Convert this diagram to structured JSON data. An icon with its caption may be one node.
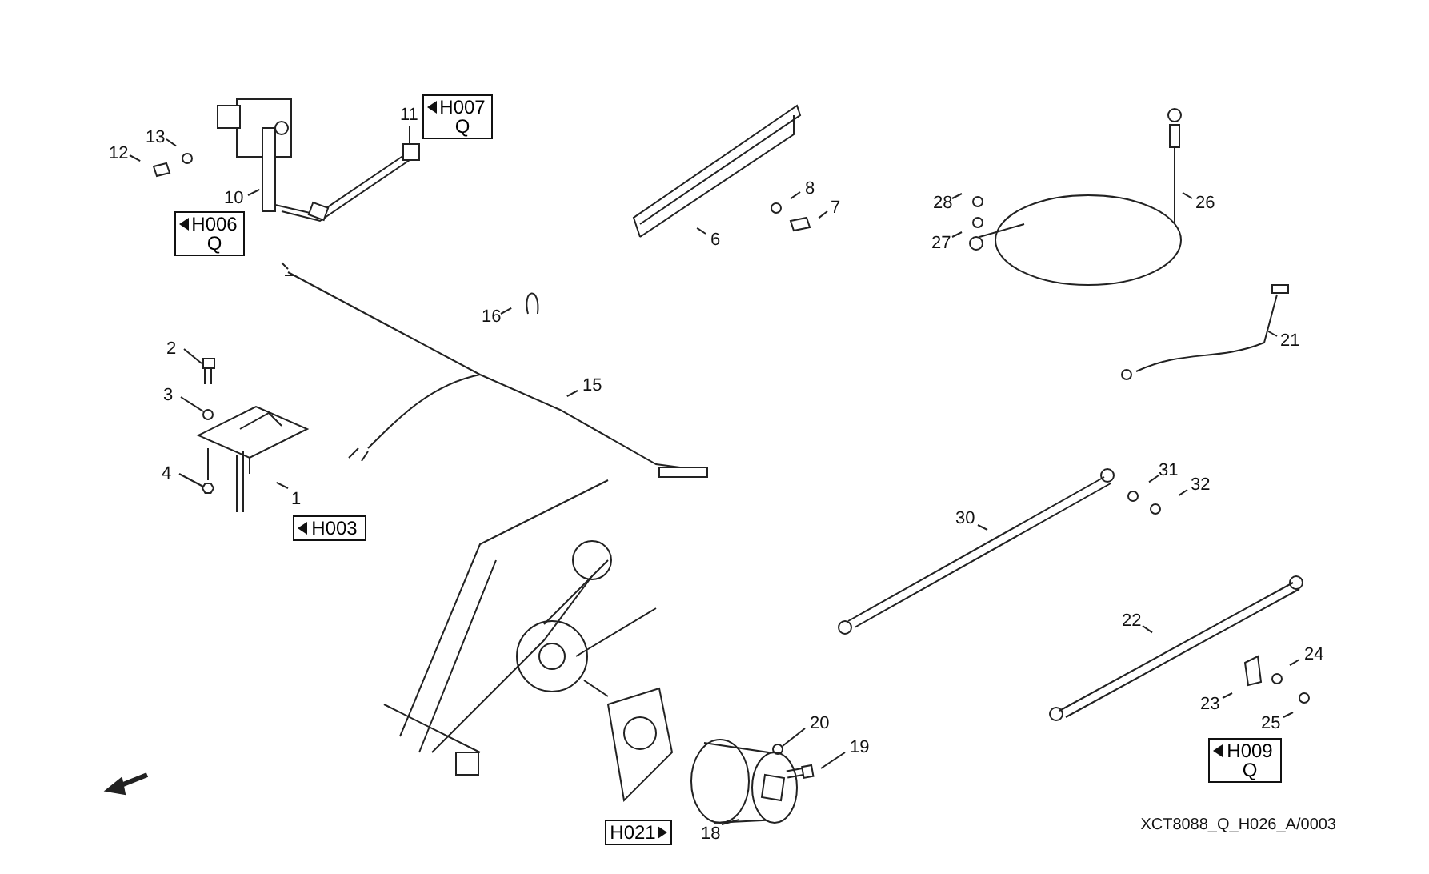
{
  "diagram": {
    "nodes": [
      {
        "text": [
          "1"
        ]
      },
      {
        "text": [
          "2"
        ]
      },
      {
        "text": [
          "3"
        ]
      },
      {
        "text": [
          "4"
        ]
      },
      {
        "text": [
          "6"
        ]
      },
      {
        "text": [
          "7"
        ]
      },
      {
        "text": [
          "8"
        ]
      },
      {
        "text": [
          "10"
        ]
      },
      {
        "text": [
          "11"
        ]
      },
      {
        "text": [
          "12"
        ]
      },
      {
        "text": [
          "13"
        ]
      },
      {
        "text": [
          "15"
        ]
      },
      {
        "text": [
          "16"
        ]
      },
      {
        "text": [
          "18"
        ]
      },
      {
        "text": [
          "19"
        ]
      },
      {
        "text": [
          "20"
        ]
      },
      {
        "text": [
          "21"
        ]
      },
      {
        "text": [
          "22"
        ]
      },
      {
        "text": [
          "23"
        ]
      },
      {
        "text": [
          "24"
        ]
      },
      {
        "text": [
          "25"
        ]
      },
      {
        "text": [
          "26"
        ]
      },
      {
        "text": [
          "27"
        ]
      },
      {
        "text": [
          "28"
        ]
      },
      {
        "text": [
          "30"
        ]
      },
      {
        "text": [
          "31"
        ]
      },
      {
        "text": [
          "32"
        ]
      },
      {
        "text": [],
        "shape": "bolt"
      },
      {
        "text": [],
        "shape": "washer"
      },
      {
        "text": [],
        "shape": "nut"
      },
      {
        "text": [],
        "shape": "box"
      },
      {
        "text": [],
        "shape": "cylinder"
      },
      {
        "text": [],
        "shape": "bolt"
      },
      {
        "text": [],
        "shape": "washer"
      }
    ],
    "edges": [
      {
        "from": 0,
        "to": null,
        "arrow": "none"
      },
      {
        "from": 1,
        "to": 27,
        "arrow": "none"
      },
      {
        "from": 2,
        "to": 28,
        "arrow": "none"
      },
      {
        "from": 3,
        "to": 29,
        "arrow": "none"
      },
      {
        "from": 4,
        "to": null,
        "arrow": "none"
      },
      {
        "from": 5,
        "to": null,
        "arrow": "none"
      },
      {
        "from": 6,
        "to": null,
        "arrow": "none"
      },
      {
        "from": 7,
        "to": null,
        "arrow": "none"
      },
      {
        "from": 8,
        "to": 30,
        "arrow": "none"
      },
      {
        "from": 9,
        "to": null,
        "arrow": "none"
      },
      {
        "from": 10,
        "to": null,
        "arrow": "none"
      },
      {
        "from": 11,
        "to": null,
        "arrow": "none"
      },
      {
        "from": 12,
        "to": null,
        "arrow": "none"
      },
      {
        "from": 13,
        "to": 31,
        "arrow": "none"
      },
      {
        "from": 14,
        "to": 32,
        "arrow": "none"
      },
      {
        "from": 15,
        "to": 33,
        "arrow": "none"
      },
      {
        "from": 16,
        "to": null,
        "arrow": "none"
      },
      {
        "from": 17,
        "to": null,
        "arrow": "none"
      },
      {
        "from": 18,
        "to": null,
        "arrow": "none"
      },
      {
        "from": 19,
        "to": null,
        "arrow": "none"
      },
      {
        "from": 20,
        "to": null,
        "arrow": "none"
      },
      {
        "from": 21,
        "to": null,
        "arrow": "none"
      },
      {
        "from": 22,
        "to": null,
        "arrow": "none"
      },
      {
        "from": 23,
        "to": null,
        "arrow": "none"
      },
      {
        "from": 24,
        "to": null,
        "arrow": "none"
      },
      {
        "from": 25,
        "to": null,
        "arrow": "none"
      },
      {
        "from": 26,
        "to": null,
        "arrow": "none"
      }
    ],
    "labels": [
      "H007 Q",
      "H006 Q",
      "H003",
      "H009 Q",
      "H021",
      "XCT8088_Q_H026_A/0003"
    ]
  }
}
